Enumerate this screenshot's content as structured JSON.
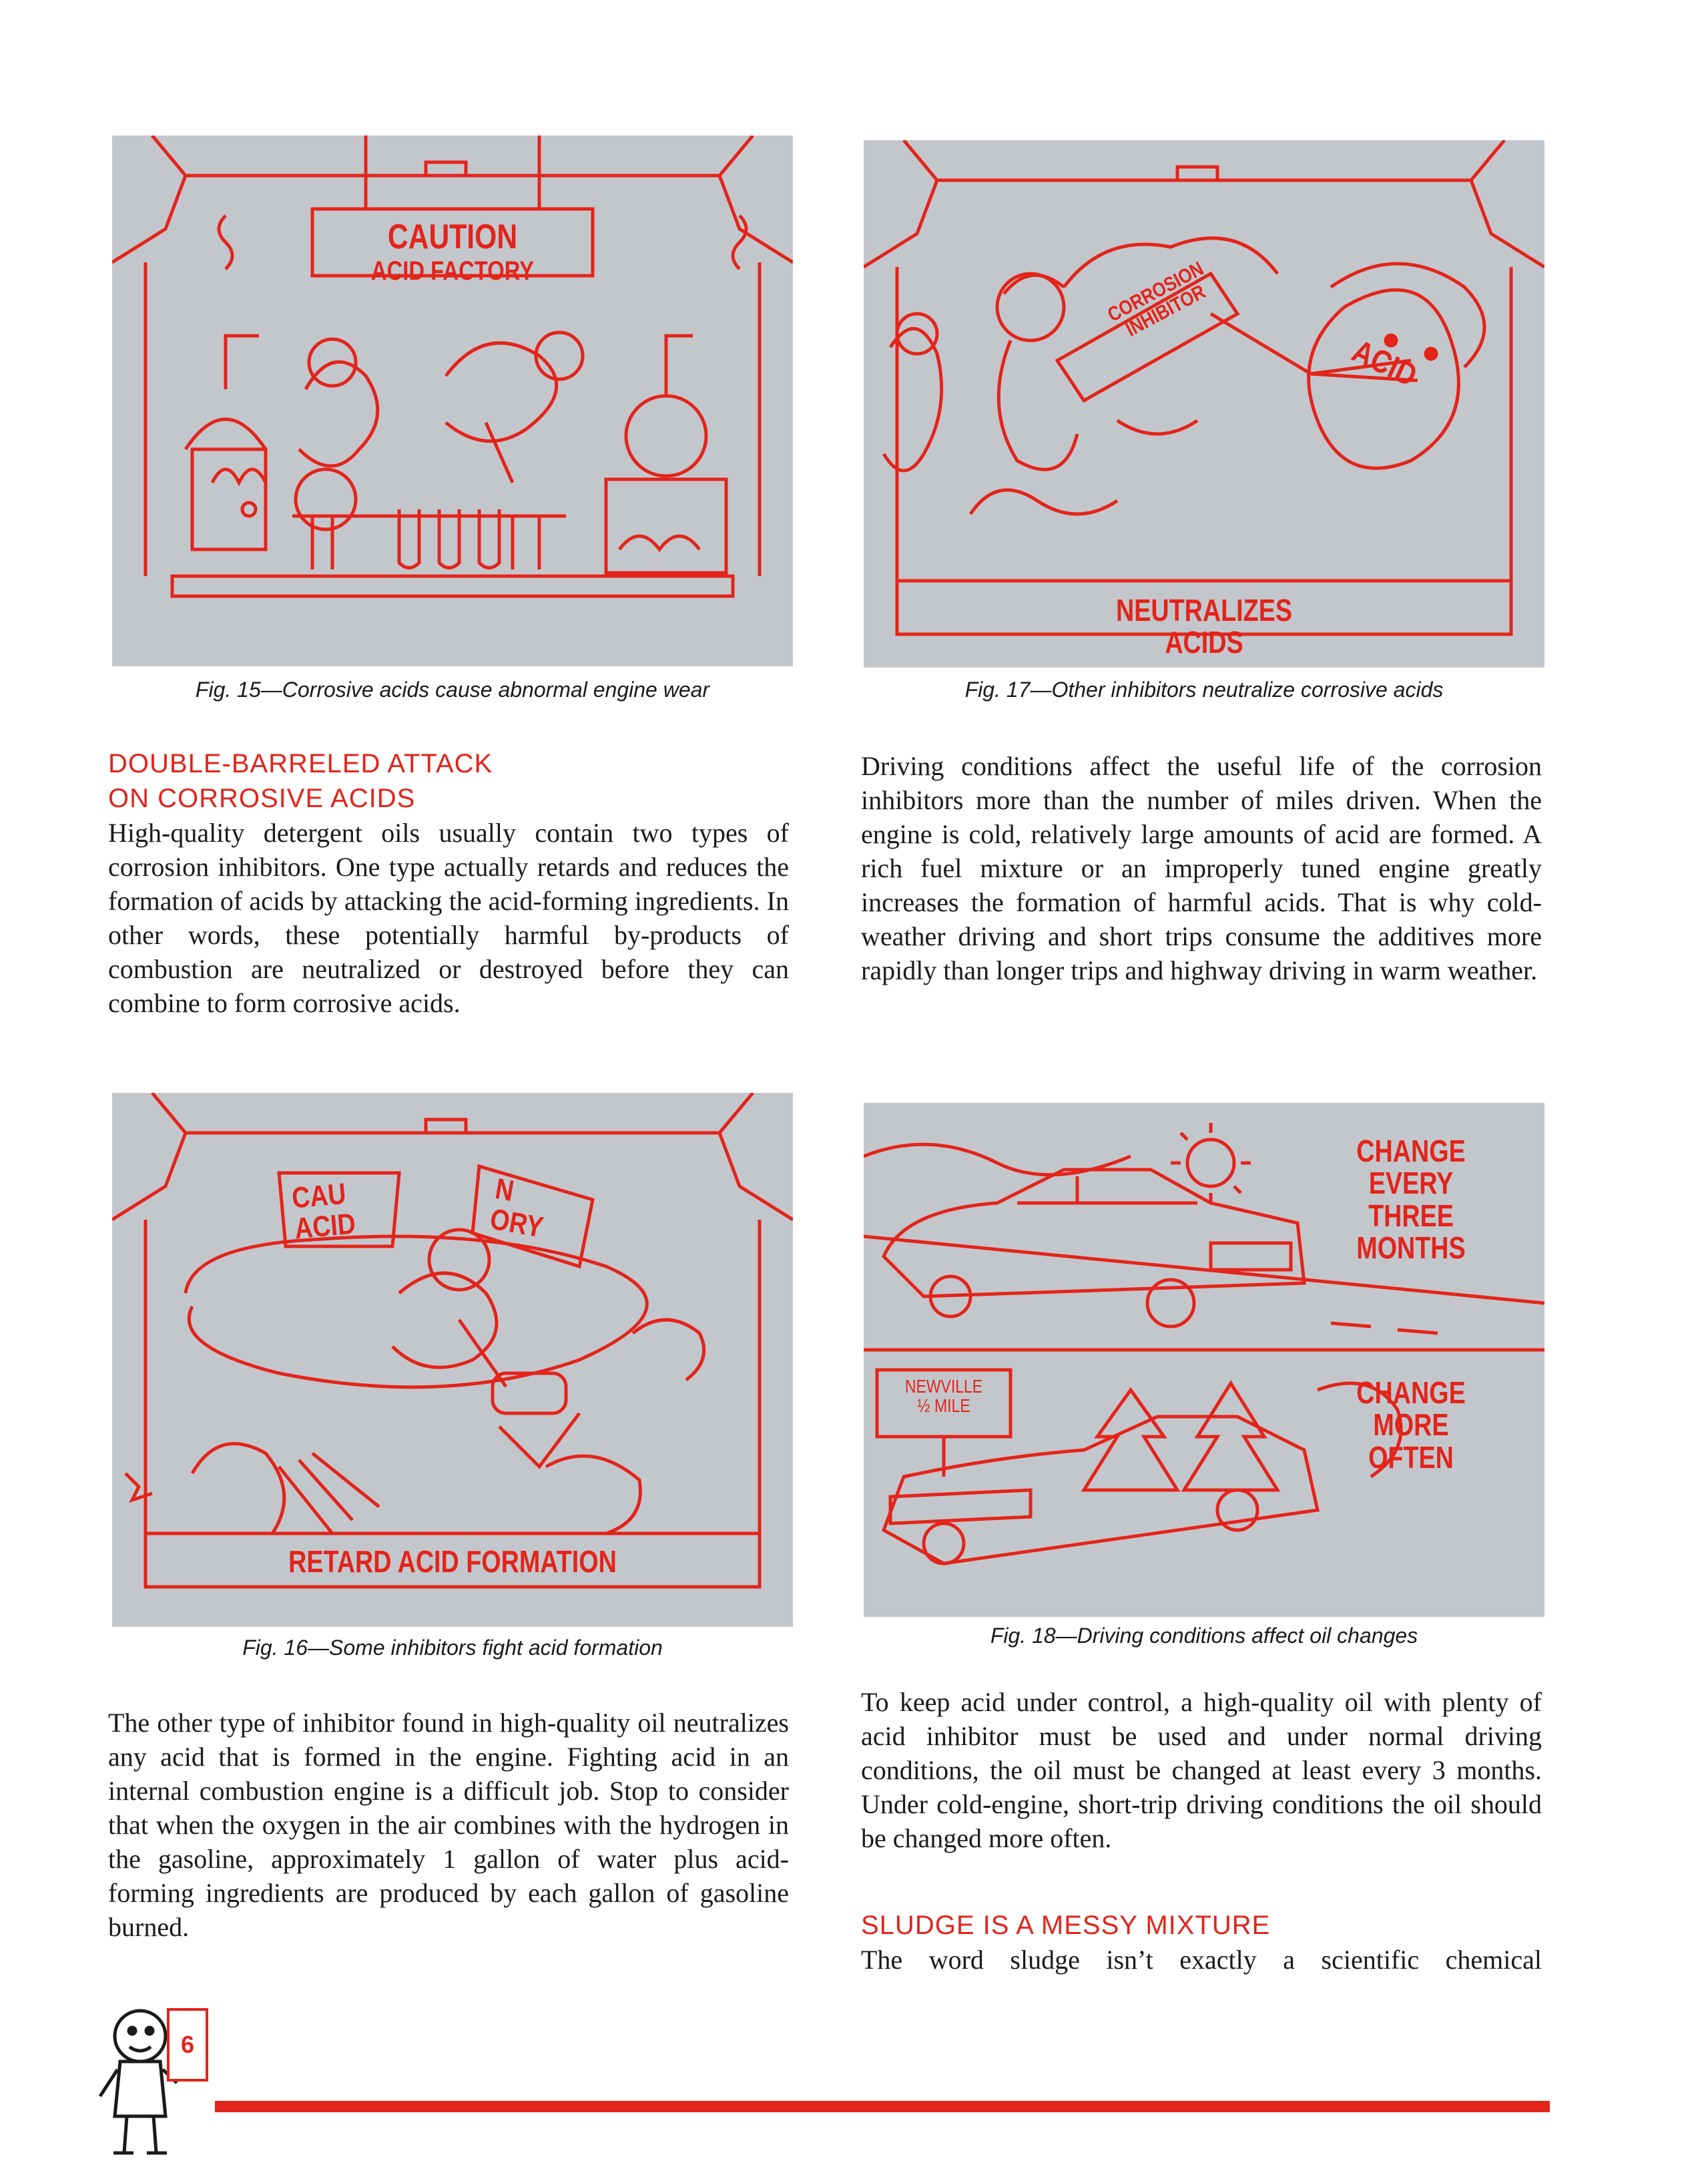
{
  "figures": {
    "fig15": {
      "sign_line1": "CAUTION",
      "sign_line2": "ACID FACTORY",
      "caption": "Fig. 15—Corrosive acids cause abnormal engine wear"
    },
    "fig16": {
      "sign_left": "CAU\nACID",
      "sign_right": "N\nORY",
      "banner": "RETARD ACID FORMATION",
      "caption": "Fig. 16—Some inhibitors fight acid formation"
    },
    "fig17": {
      "can_label": "CORROSION\nINHIBITOR",
      "acid_label": "ACID",
      "banner": "NEUTRALIZES ACIDS",
      "caption": "Fig. 17—Other inhibitors neutralize corrosive acids"
    },
    "fig18": {
      "top_label": "CHANGE\nEVERY THREE\nMONTHS",
      "bottom_label": "CHANGE\nMORE\nOFTEN",
      "road_sign": "NEWVILLE\n½ MILE",
      "caption": "Fig. 18—Driving conditions affect oil changes"
    }
  },
  "sections": {
    "attack_heading": "DOUBLE-BARRELED ATTACK\nON CORROSIVE ACIDS",
    "attack_text": "High-quality detergent oils usually contain two types of corrosion inhibitors. One type actually retards and reduces the formation of acids by attacking the acid-forming ingredients. In other words, these potentially harmful by-products of combustion are neutralized or destroyed before they can combine to form corrosive acids.",
    "other_type_text": "The other type of inhibitor found in high-quality oil neutralizes any acid that is formed in the engine. Fighting acid in an internal combustion engine is a difficult job. Stop to consider that when the oxygen in the air combines with the hydrogen in the gasoline, approximately 1 gallon of water plus acid-forming ingredients are produced by each gallon of gasoline burned.",
    "driving_text": "Driving conditions affect the useful life of the corrosion inhibitors more than the number of miles driven. When the engine is cold, relatively large amounts of acid are formed. A rich fuel mixture or an improperly tuned engine greatly increases the formation of harmful acids. That is why cold-weather driving and short trips consume the additives more rapidly than longer trips and highway driving in warm weather.",
    "control_text": "To keep acid under control, a high-quality oil with plenty of acid inhibitor must be used and under normal driving conditions, the oil must be changed at least every 3 months. Under cold-engine, short-trip driving conditions the oil should be changed more often.",
    "sludge_heading": "SLUDGE IS A MESSY MIXTURE",
    "sludge_text": "The word sludge isn’t exactly a scientific chemical"
  },
  "footer": {
    "page_number": "6"
  },
  "colors": {
    "accent": "#e3241b",
    "panel": "#c3c7cc"
  }
}
